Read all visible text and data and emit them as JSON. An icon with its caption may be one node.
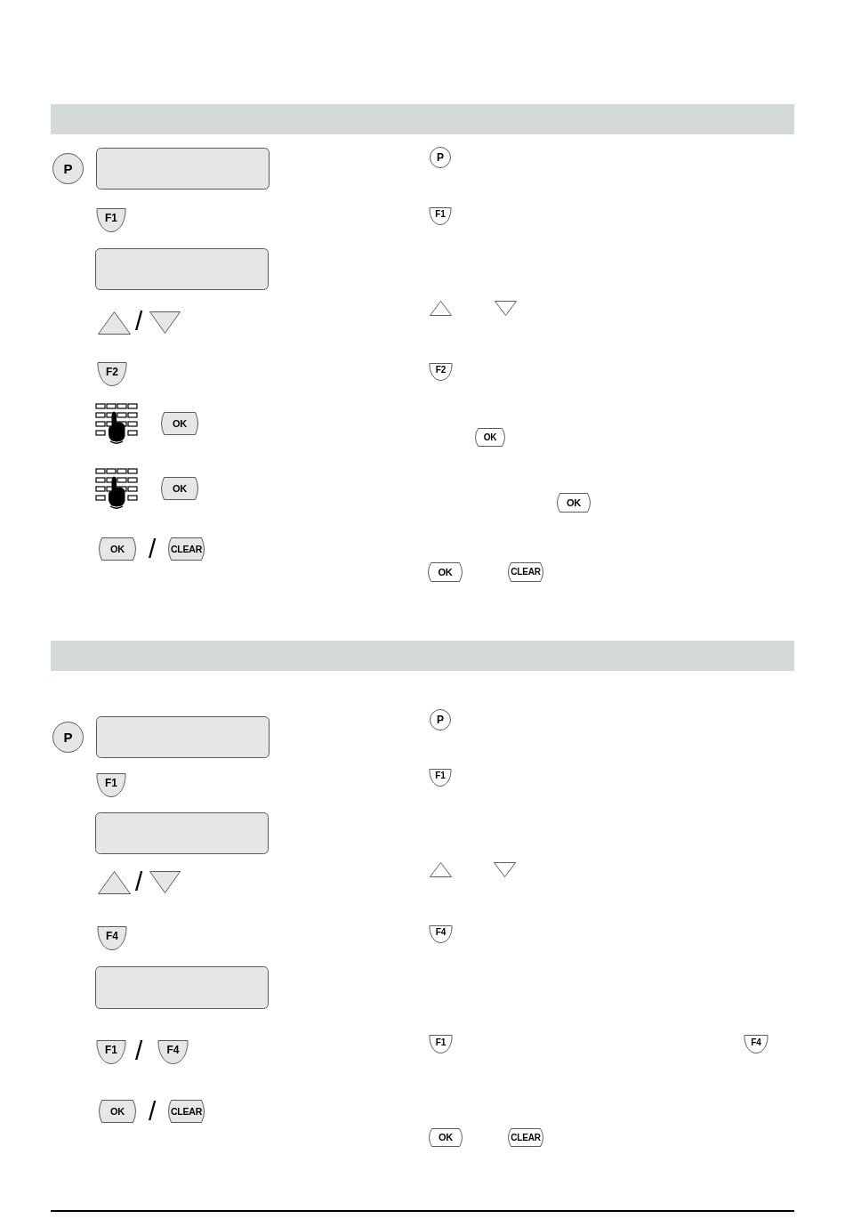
{
  "diagram": {
    "nodes": [
      {
        "text": [
          "P"
        ]
      },
      {
        "text": [],
        "shape": "box"
      },
      {
        "text": [
          "F1"
        ]
      },
      {
        "text": [],
        "shape": "box"
      },
      {
        "text": [],
        "shape": "triangle"
      },
      {
        "text": [],
        "shape": "triangle"
      },
      {
        "text": [
          "F2"
        ]
      },
      {
        "text": [
          "OK"
        ]
      },
      {
        "text": [
          "OK"
        ]
      },
      {
        "text": [
          "OK"
        ]
      },
      {
        "text": [
          "CLEAR"
        ]
      },
      {
        "text": [
          "P"
        ]
      },
      {
        "text": [
          "F1"
        ]
      },
      {
        "text": [],
        "shape": "triangle"
      },
      {
        "text": [],
        "shape": "triangle"
      },
      {
        "text": [
          "F2"
        ]
      },
      {
        "text": [
          "OK"
        ]
      },
      {
        "text": [
          "OK"
        ]
      },
      {
        "text": [
          "OK"
        ]
      },
      {
        "text": [
          "CLEAR"
        ]
      },
      {
        "text": [
          "P"
        ]
      },
      {
        "text": [],
        "shape": "box"
      },
      {
        "text": [
          "F1"
        ]
      },
      {
        "text": [],
        "shape": "box"
      },
      {
        "text": [],
        "shape": "triangle"
      },
      {
        "text": [],
        "shape": "triangle"
      },
      {
        "text": [
          "F4"
        ]
      },
      {
        "text": [],
        "shape": "box"
      },
      {
        "text": [
          "F1"
        ]
      },
      {
        "text": [
          "F4"
        ]
      },
      {
        "text": [
          "OK"
        ]
      },
      {
        "text": [
          "CLEAR"
        ]
      },
      {
        "text": [
          "P"
        ]
      },
      {
        "text": [
          "F1"
        ]
      },
      {
        "text": [],
        "shape": "triangle"
      },
      {
        "text": [],
        "shape": "triangle"
      },
      {
        "text": [
          "F4"
        ]
      },
      {
        "text": [
          "F1"
        ]
      },
      {
        "text": [
          "F4"
        ]
      },
      {
        "text": [
          "OK"
        ]
      },
      {
        "text": [
          "CLEAR"
        ]
      }
    ],
    "labels": [
      "/",
      "/",
      "/",
      "/",
      "/"
    ]
  }
}
